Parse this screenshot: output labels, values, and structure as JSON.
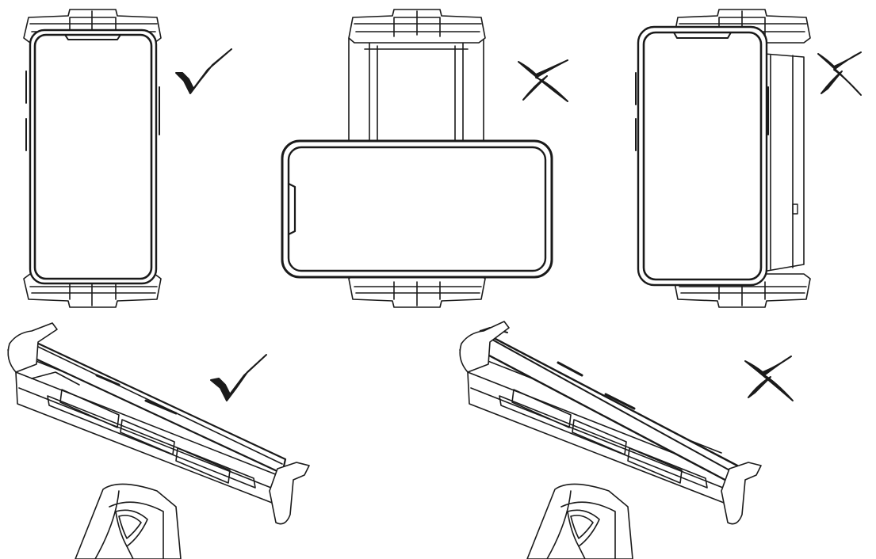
{
  "colors": {
    "line": "#1a1a1a",
    "background": "#ffffff",
    "fill_light": "#ffffff"
  },
  "panels": [
    {
      "id": "portrait-centered",
      "view": "front",
      "orientation": "portrait",
      "verdict": "correct",
      "verdict_icon": "checkmark-icon"
    },
    {
      "id": "landscape-in-portrait-clamp",
      "view": "front",
      "orientation": "landscape",
      "verdict": "incorrect",
      "verdict_icon": "cross-icon"
    },
    {
      "id": "portrait-offset-clamp",
      "view": "front",
      "orientation": "portrait",
      "verdict": "incorrect",
      "verdict_icon": "cross-icon"
    },
    {
      "id": "angled-phone-seated",
      "view": "angled",
      "verdict": "correct",
      "verdict_icon": "checkmark-icon"
    },
    {
      "id": "angled-phone-not-seated",
      "view": "angled",
      "verdict": "incorrect",
      "verdict_icon": "cross-icon"
    }
  ]
}
